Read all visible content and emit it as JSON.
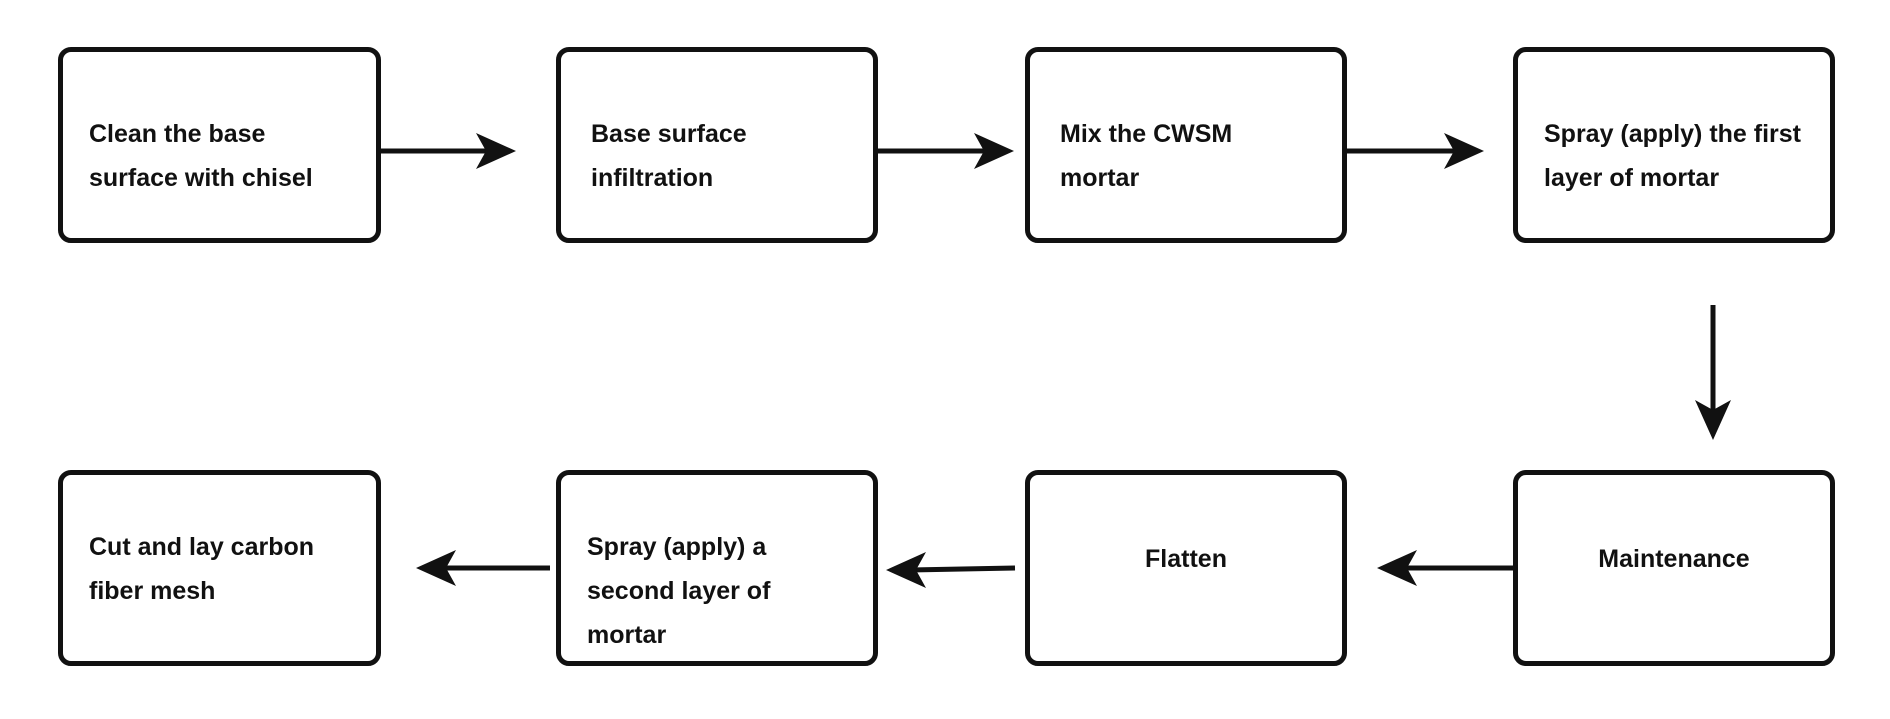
{
  "steps": [
    {
      "id": "s1",
      "label": "Clean the base surface with chisel"
    },
    {
      "id": "s2",
      "label": "Base surface infiltration"
    },
    {
      "id": "s3",
      "label": "Mix the CWSM mortar"
    },
    {
      "id": "s4",
      "label": "Spray (apply) the first layer of mortar"
    },
    {
      "id": "s5",
      "label": "Maintenance"
    },
    {
      "id": "s6",
      "label": "Flatten"
    },
    {
      "id": "s7",
      "label": "Spray (apply) a second layer of mortar"
    },
    {
      "id": "s8",
      "label": "Cut and lay carbon fiber mesh"
    }
  ],
  "connections": [
    {
      "from": "s1",
      "to": "s2"
    },
    {
      "from": "s2",
      "to": "s3"
    },
    {
      "from": "s3",
      "to": "s4"
    },
    {
      "from": "s4",
      "to": "s5"
    },
    {
      "from": "s5",
      "to": "s6"
    },
    {
      "from": "s6",
      "to": "s7"
    },
    {
      "from": "s7",
      "to": "s8"
    }
  ],
  "colors": {
    "stroke": "#111111",
    "background": "#ffffff"
  }
}
